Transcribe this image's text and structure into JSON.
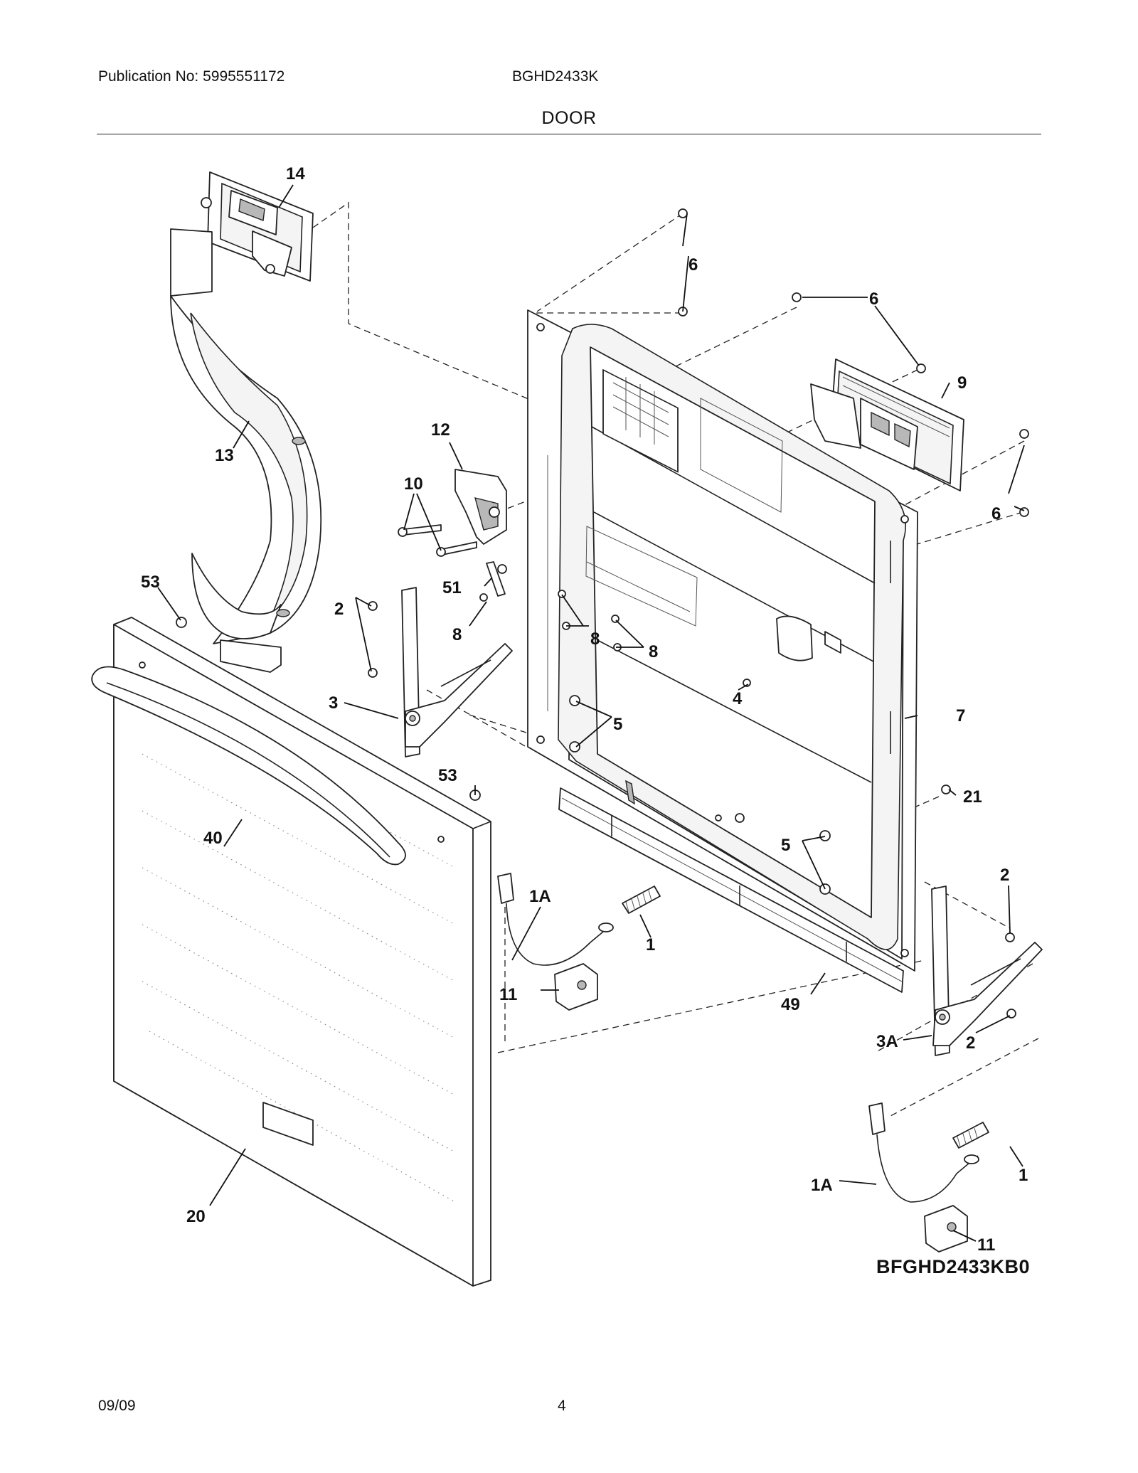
{
  "header": {
    "publication": "Publication No: 5995551172",
    "model": "BGHD2433K",
    "section_title": "DOOR"
  },
  "diagram": {
    "drawing_code": "BFGHD2433KB0",
    "callouts": {
      "c14": "14",
      "c13": "13",
      "c12": "12",
      "c10": "10",
      "c6a": "6",
      "c6b": "6",
      "c6c": "6",
      "c9": "9",
      "c53a": "53",
      "c2a": "2",
      "c51": "51",
      "c8a": "8",
      "c8b": "8",
      "c8c": "8",
      "c3": "3",
      "c5a": "5",
      "c4": "4",
      "c7": "7",
      "c53b": "53",
      "c40": "40",
      "c21": "21",
      "c5b": "5",
      "c1Aa": "1A",
      "c1a": "1",
      "c11a": "11",
      "c49": "49",
      "c2b": "2",
      "c2c": "2",
      "c3A": "3A",
      "c20": "20",
      "c1Ab": "1A",
      "c1b": "1",
      "c11b": "11"
    }
  },
  "footer": {
    "date": "09/09",
    "page": "4"
  }
}
